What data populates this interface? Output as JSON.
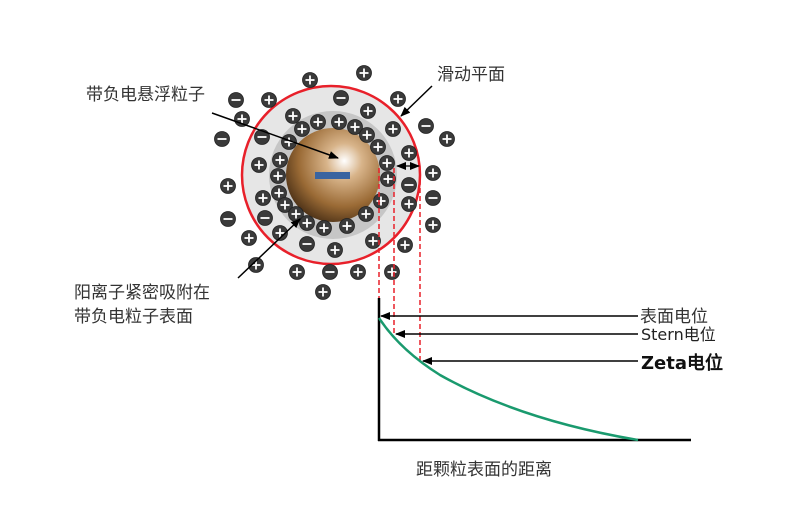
{
  "labels": {
    "particle": "带负电悬浮粒子",
    "slip_plane": "滑动平面",
    "adsorbed_line1": "阳离子紧密吸附在",
    "adsorbed_line2": "带负电粒子表面",
    "surface_potential": "表面电位",
    "stern_potential": "Stern电位",
    "zeta_potential": "Zeta电位",
    "x_axis": "距颗粒表面的距离"
  },
  "colors": {
    "slip_plane_circle": "#e8202a",
    "dashed_lines": "#e8202a",
    "curve": "#1a9a6e",
    "particle_charge_bar": "#3a64a0",
    "ion_fill": "#3a3a3a",
    "particle": "#a0703a"
  },
  "icons": {
    "positive_ion": "plus-circle-icon",
    "negative_ion": "minus-circle-icon"
  }
}
